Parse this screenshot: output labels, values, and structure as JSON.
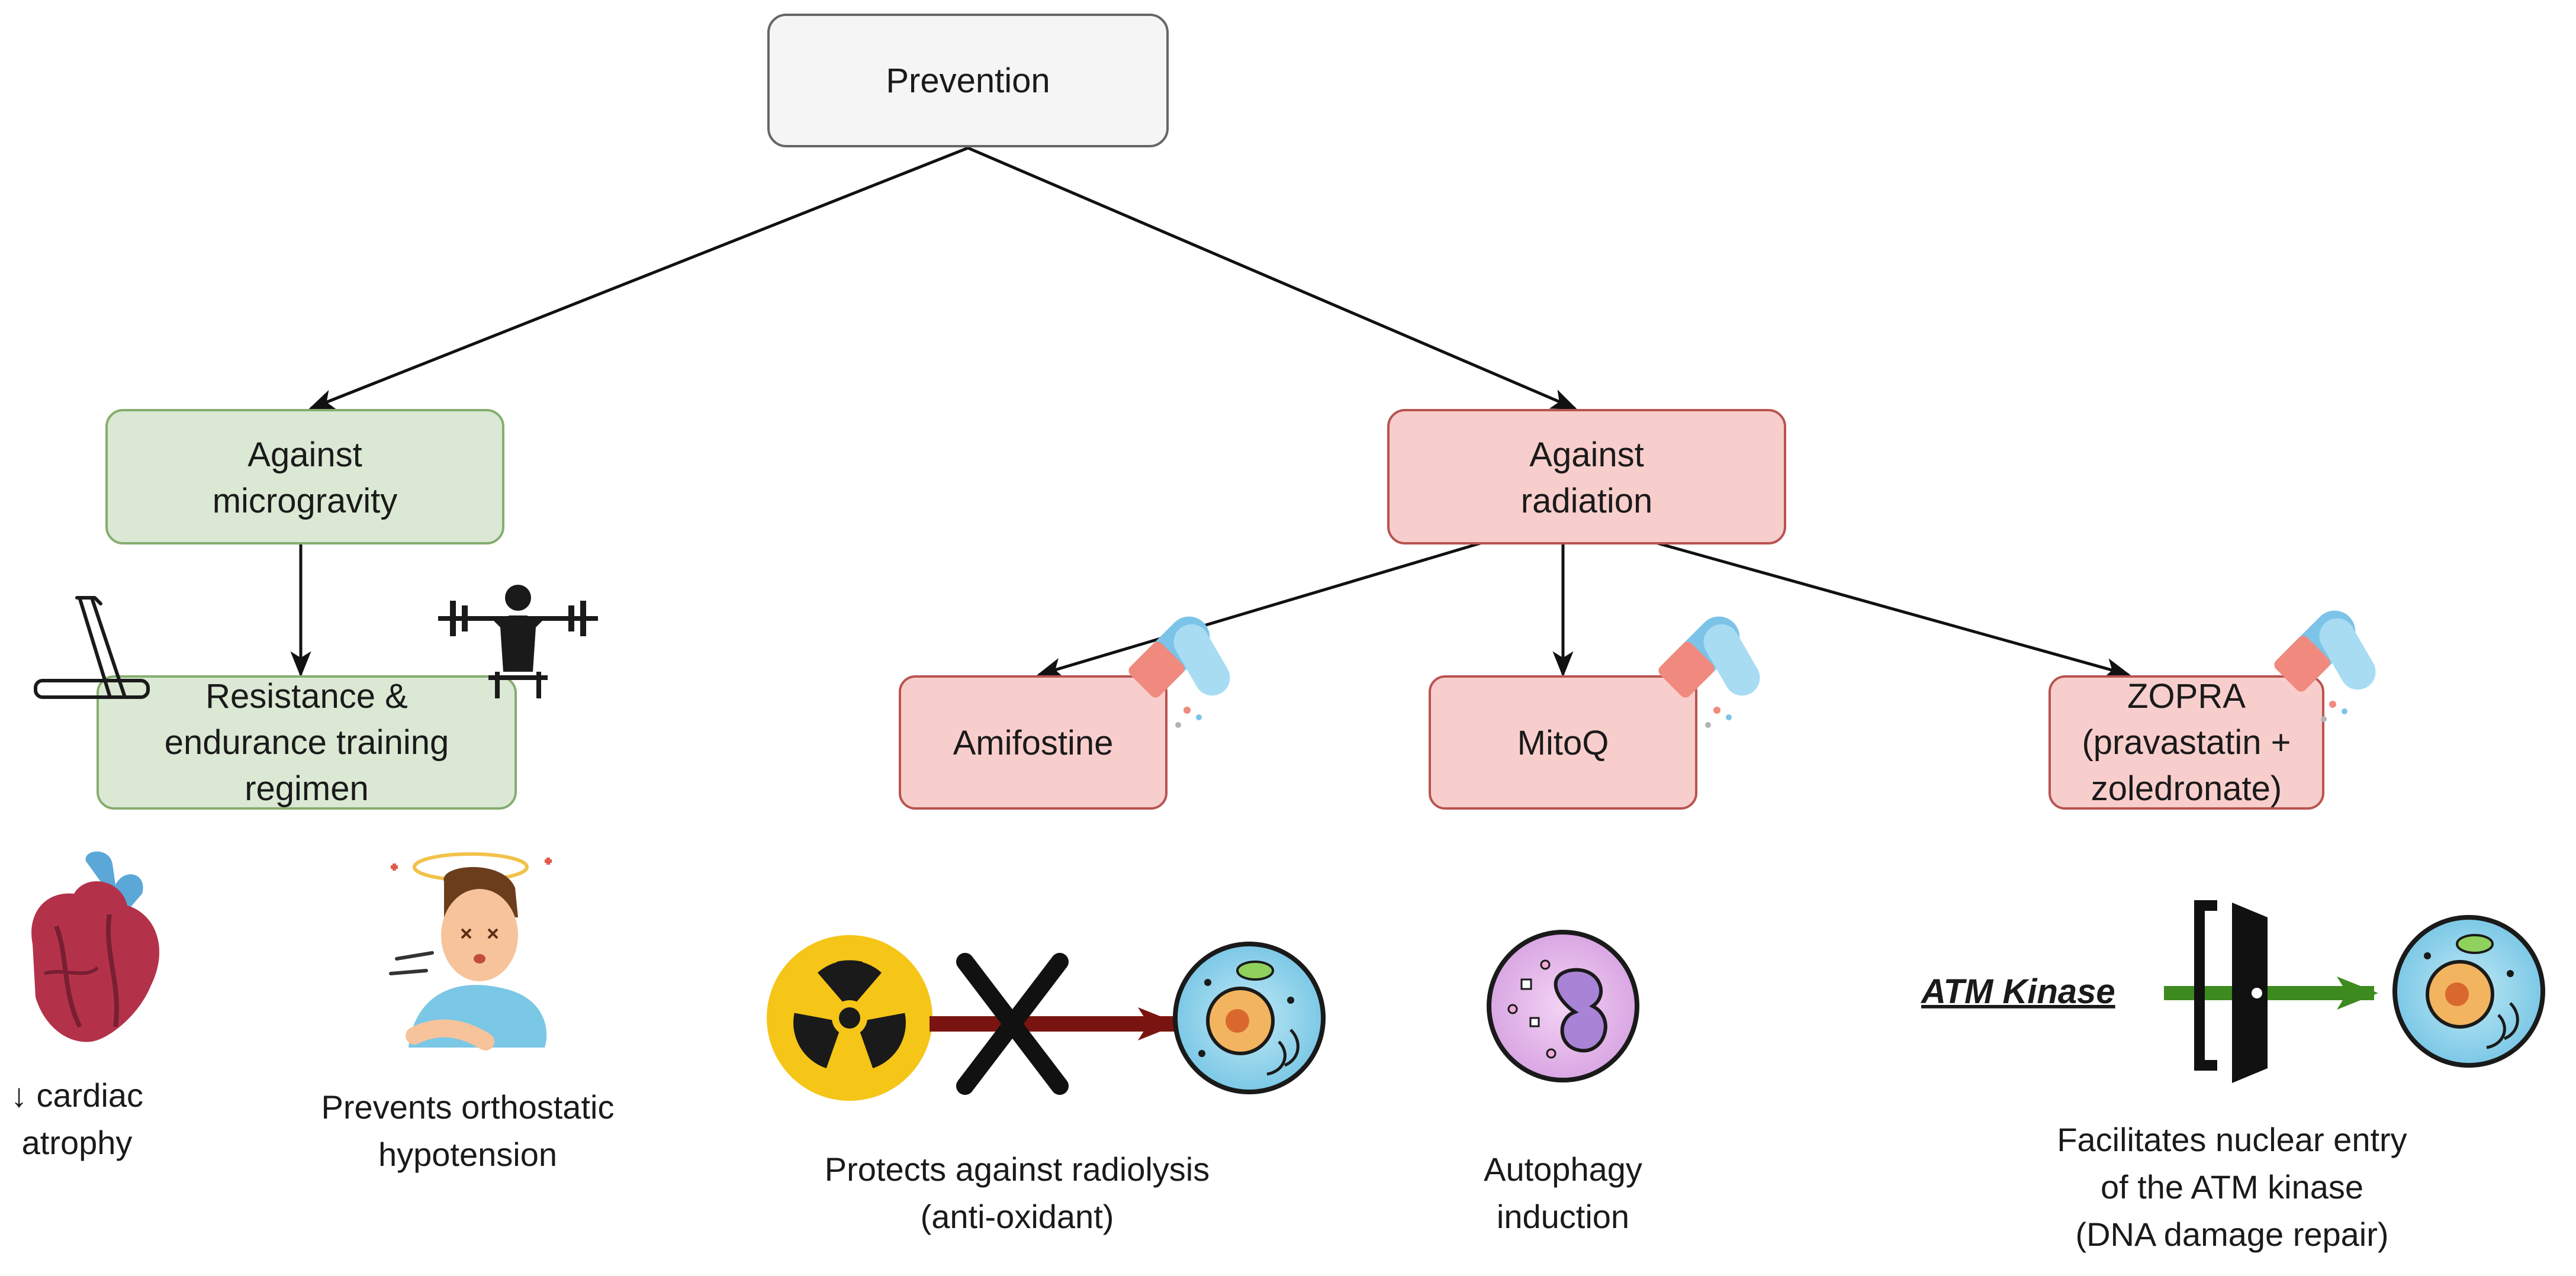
{
  "nodes": {
    "prevention": "Prevention",
    "microgravity": [
      "Against",
      "microgravity"
    ],
    "training": [
      "Resistance &",
      "endurance training",
      "regimen"
    ],
    "radiation": [
      "Against",
      "radiation"
    ],
    "amifostine": "Amifostine",
    "mitoq": "MitoQ",
    "zopra": [
      "ZOPRA",
      "(pravastatin +",
      "zoledronate)"
    ]
  },
  "captions": {
    "cardiac": [
      "↓ cardiac",
      "atrophy"
    ],
    "hypotension": [
      "Prevents orthostatic",
      "hypotension"
    ],
    "radiolysis": [
      "Protects against radiolysis",
      "(anti-oxidant)"
    ],
    "autophagy": [
      "Autophagy",
      "induction"
    ],
    "nuclear": [
      "Facilitates nuclear entry",
      "of the ATM kinase",
      "(DNA damage repair)"
    ],
    "atm_label": "ATM Kinase"
  },
  "icons": {
    "treadmill": "treadmill-icon",
    "weightlifter": "weightlifting-icon",
    "capsule": "pill-capsule-icon",
    "heart": "heart-icon",
    "dizzy": "dizzy-person-icon",
    "radiation": "radiation-icon",
    "cell": "cell-icon",
    "autophagy": "autophagy-cell-icon",
    "door": "door-icon"
  },
  "colors": {
    "green_fill": "#dae8d4",
    "green_stroke": "#86ad6f",
    "red_fill": "#f8cecc",
    "red_stroke": "#b85450",
    "gray_fill": "#f5f5f5",
    "gray_stroke": "#666666"
  }
}
